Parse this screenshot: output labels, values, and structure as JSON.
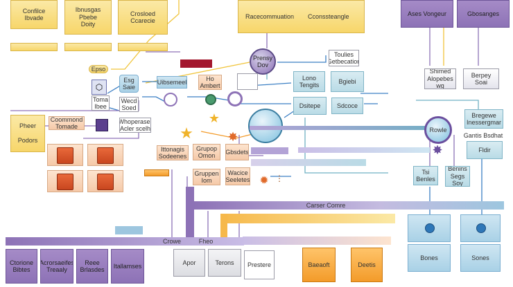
{
  "nodes": {
    "top_yellow_1": "Confilce\nIbvade",
    "top_yellow_2": "Ibnusgas\nPbebe\nDoity",
    "top_yellow_3": "Crosloed\nCcarecie",
    "top_big_yellow_1": "Racecommuation",
    "top_big_yellow_2": "Cconssteangle",
    "top_purple_1": "Ases Vongeur",
    "top_purple_2": "Gbosanges",
    "hub_label": "Prensy\nDov",
    "white_tag": "Toulies\nGetbecation",
    "shimed_card": "Shimed\nAlopebes\nwg",
    "berpey_card": "Berpey\nSoai",
    "badge_label": "Epso",
    "esg_box": "Esg\nSaie",
    "tomo_box": "Toma\nIbee",
    "whecd_box": "Wecd\nSoed",
    "utermel": "Uibsemeel",
    "ho_ambert": "Ho\nAmbert",
    "lono_tengits": "Lono\nTengits",
    "bgiebi": "Bgiebi",
    "dsitepe": "Dsitepe",
    "seaocs": "Sdcoce",
    "phesr_bodors": "Pheer\n\nPodors",
    "ccommond": "Coommond\nTomade",
    "whoperaser": "Whoperaser\nAcler scelh",
    "stonogs": "Ittonagis\nSodeenes",
    "grupop": "Grupop\nOmon",
    "gleders": "Gbsdets",
    "grupen_lom": "Gruppen\nIom",
    "wabco": "Wacice\nSeeletes",
    "bregewe": "Bregewe\nInessergmar",
    "rowle": "Rowle",
    "gantis": "Gantis Bsdhat",
    "flodir": "Fldir",
    "ritsi": "Tsi\nBenles",
    "besirnt": "Benins\nSegs\nSoy",
    "cariser_center": "Carser Comre",
    "crowe": "Crowe",
    "fhelo": "Fheo",
    "bottom_purple_1": "Ctorione\nBibtes",
    "bottom_purple_2": "Acrorsaeifes\nTreaaly",
    "bottom_purple_3": "Reee\nBrlasdes",
    "bottom_purple_4": "Itallamses",
    "bottom_grey_1": "Apor",
    "bottom_grey_2": "Terons",
    "bottom_wh_3": "Prestere",
    "bottom_orange_1": "Baeaoft",
    "bottom_orange_2": "Deetis",
    "bottom_blue_1": "Bones",
    "bottom_blue_2": "Sones"
  },
  "icons": {
    "hub": "globe-icon",
    "cube": "cube-icon",
    "star": "star-icon",
    "gear": "gear-icon",
    "link": "link-icon"
  },
  "colors": {
    "purple": "#8d72b6",
    "yellow": "#f7d66a",
    "teal": "#6fb0c4",
    "orange": "#f39b2a",
    "blue": "#3b7fc4"
  }
}
